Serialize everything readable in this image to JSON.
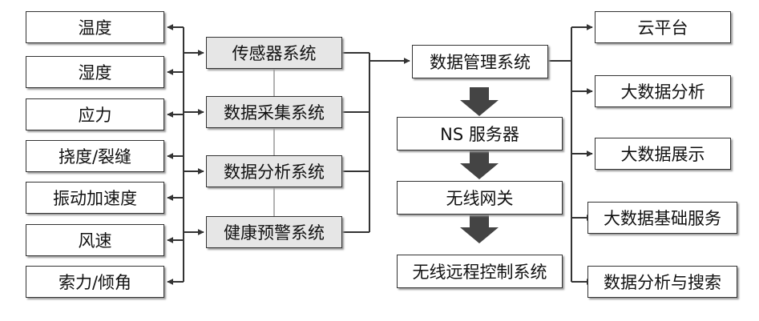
{
  "sensors": [
    "温度",
    "湿度",
    "应力",
    "挠度/裂缝",
    "振动加速度",
    "风速",
    "索力/倾角"
  ],
  "systems": [
    "传感器系统",
    "数据采集系统",
    "数据分析系统",
    "健康预警系统"
  ],
  "chain": [
    "数据管理系统",
    "NS 服务器",
    "无线网关",
    "无线远程控制系统"
  ],
  "outputs": [
    "云平台",
    "大数据分析",
    "大数据展示",
    "大数据基础服务",
    "数据分析与搜索"
  ],
  "colors": {
    "line": "#333333",
    "system_fill": "#e6e6e6",
    "flow_arrow": "#444444"
  }
}
